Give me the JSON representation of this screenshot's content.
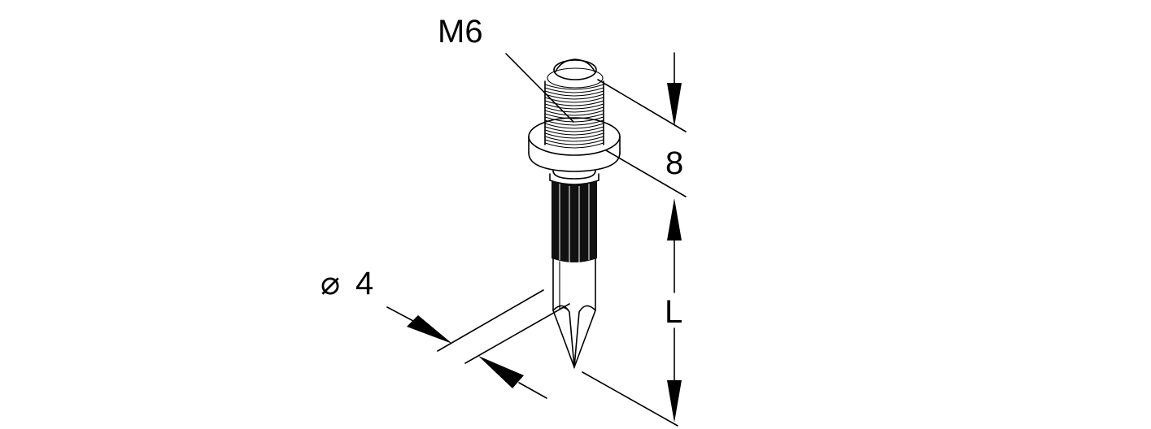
{
  "labels": {
    "thread": "M6",
    "head_height": "8",
    "diameter_symbol": "⌀",
    "diameter_value": "4",
    "length": "L"
  },
  "colors": {
    "line": "#000000",
    "background": "#ffffff"
  }
}
